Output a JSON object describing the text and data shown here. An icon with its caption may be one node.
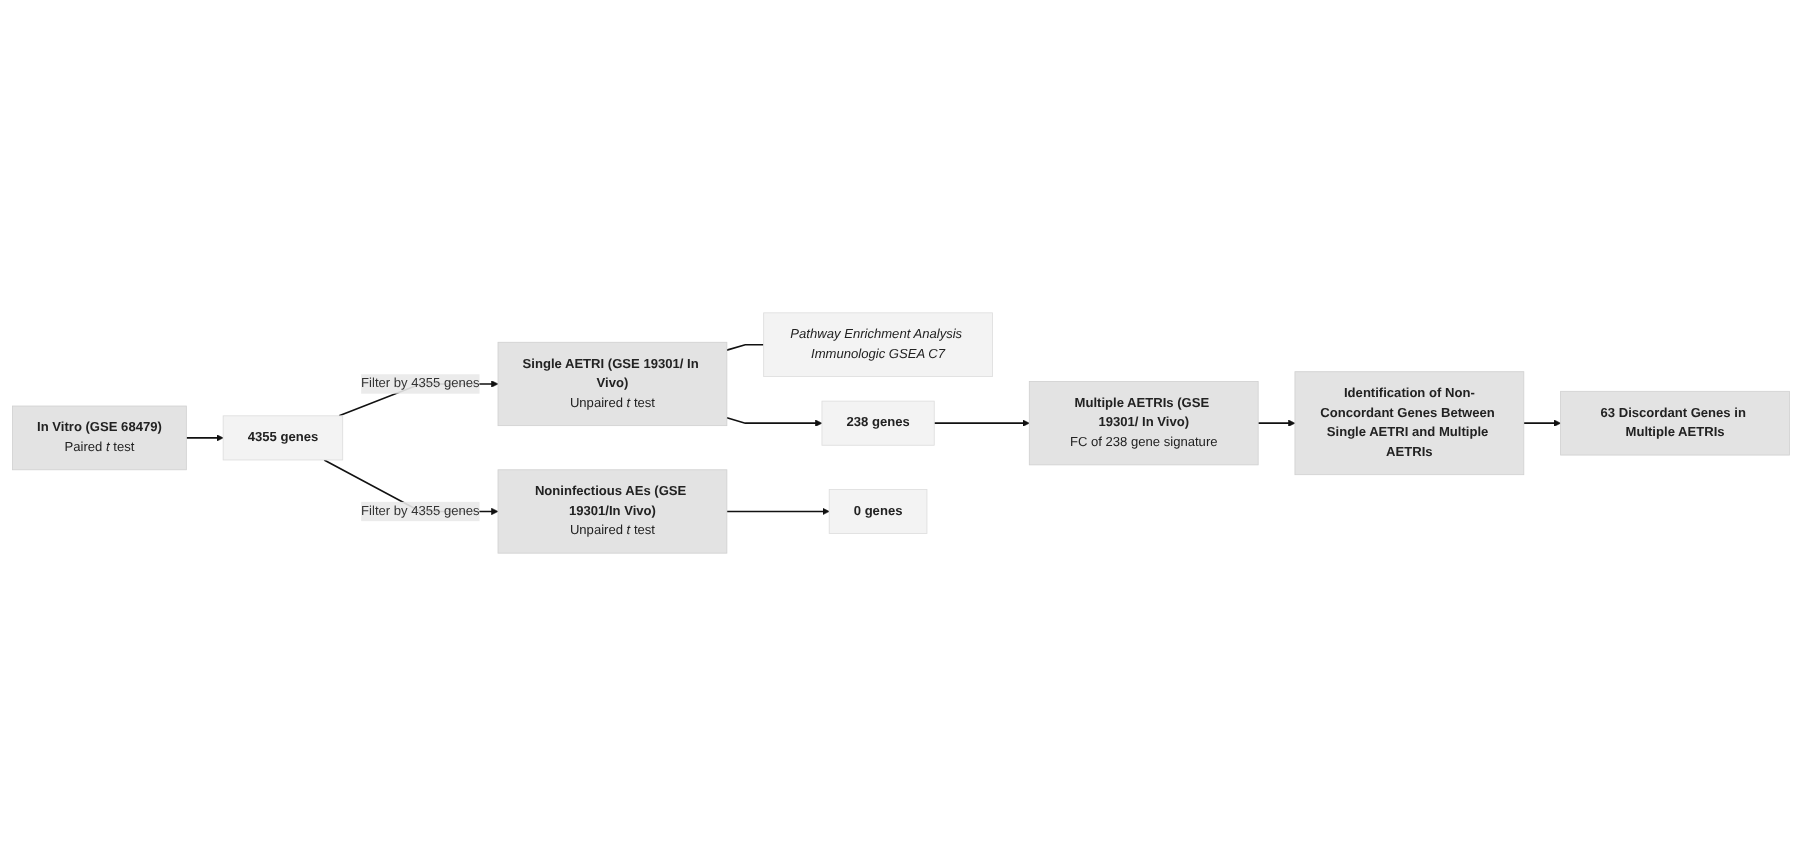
{
  "diagram": {
    "nodes": [
      {
        "text": [
          "In Vitro (GSE 68479)",
          "Paired *t* test"
        ]
      },
      {
        "text": [
          "4355 genes"
        ]
      },
      {
        "text": [
          "Single AETRI (GSE 19301/ In Vivo)",
          "Unpaired *t* test"
        ]
      },
      {
        "text": [
          "Pathway Enrichment Analysis Immunologic GSEA C7"
        ]
      },
      {
        "text": [
          "238 genes"
        ]
      },
      {
        "text": [
          "Multiple AETRIs (GSE 19301/ In Vivo)",
          "FC of 238 gene signature"
        ]
      },
      {
        "text": [
          "Identification of Non-Concordant Genes Between Single AETRI and Multiple AETRIs"
        ]
      },
      {
        "text": [
          "63 Discordant Genes in Multiple AETRIs"
        ]
      },
      {
        "text": [
          "Noninfectious AEs (GSE 19301/In Vivo)",
          "Unpaired *t* test"
        ]
      },
      {
        "text": [
          "0 genes"
        ]
      }
    ],
    "edges": [
      {
        "from": 0,
        "to": 1,
        "arrow": "to"
      },
      {
        "from": 1,
        "to": 2,
        "arrow": "to",
        "label": "Filter by 4355 genes"
      },
      {
        "from": 1,
        "to": 8,
        "arrow": "to",
        "label": "Filter by 4355 genes"
      },
      {
        "from": 2,
        "to": 3,
        "arrow": "none"
      },
      {
        "from": 2,
        "to": 4,
        "arrow": "to"
      },
      {
        "from": 4,
        "to": 5,
        "arrow": "to"
      },
      {
        "from": 5,
        "to": 6,
        "arrow": "to"
      },
      {
        "from": 6,
        "to": 7,
        "arrow": "to"
      },
      {
        "from": 8,
        "to": 9,
        "arrow": "to"
      }
    ]
  }
}
